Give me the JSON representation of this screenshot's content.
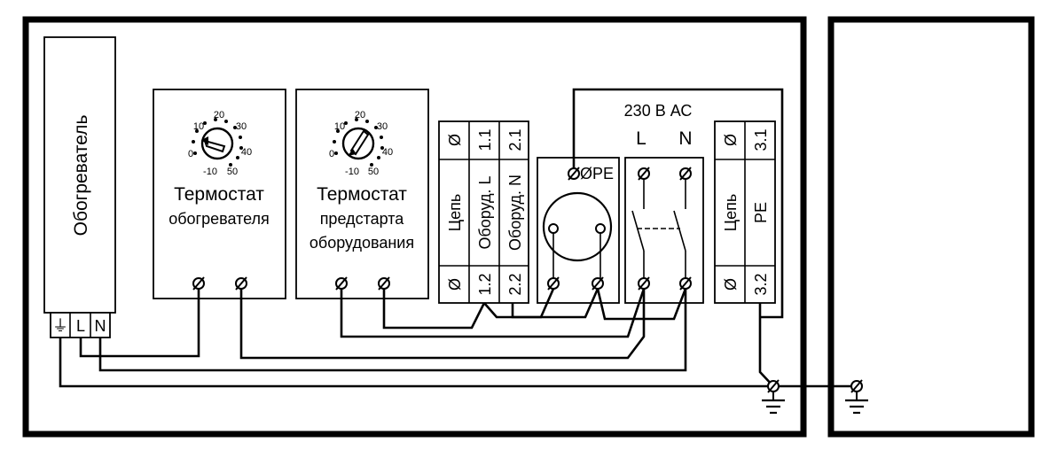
{
  "heater": {
    "label": "Обогреватель",
    "terminal_ground": "⏚",
    "terminal_l": "L",
    "terminal_n": "N"
  },
  "thermostat_heater": {
    "title_line1": "Термостат",
    "title_line2": "обогревателя",
    "dial_scale": [
      "-10",
      "0",
      "10",
      "20",
      "30",
      "40",
      "50"
    ]
  },
  "thermostat_prestart": {
    "title_line1": "Термостат",
    "title_line2": "предстарта",
    "title_line3": "оборудования",
    "dial_scale": [
      "-10",
      "0",
      "10",
      "20",
      "30",
      "40",
      "50"
    ]
  },
  "terminal_block_1": {
    "col1_top": "Ø",
    "col1_mid": "Цепь",
    "col1_bot": "Ø",
    "col2_top": "1.1",
    "col2_mid": "Оборуд. L",
    "col2_bot": "1.2",
    "col3_top": "2.1",
    "col3_mid": "Оборуд. N",
    "col3_bot": "2.2"
  },
  "socket": {
    "pe_label": "ØPE"
  },
  "power_switch": {
    "supply_label": "230 В АС",
    "l_label": "L",
    "n_label": "N"
  },
  "terminal_block_2": {
    "col1_top": "Ø",
    "col1_mid": "Цепь",
    "col1_bot": "Ø",
    "col2_top": "3.1",
    "col2_mid": "PE",
    "col2_bot": "3.2"
  }
}
